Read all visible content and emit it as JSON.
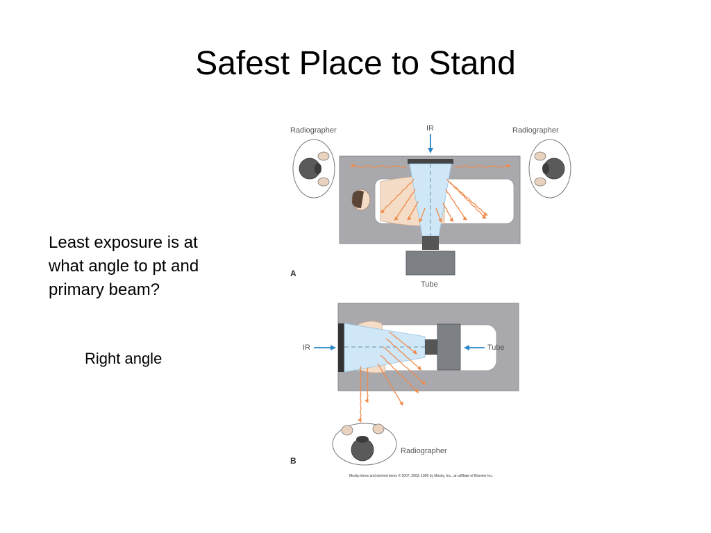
{
  "slide": {
    "title": "Safest Place to Stand",
    "question": "Least exposure is at what angle to pt and primary beam?",
    "answer": "Right angle"
  },
  "diagram": {
    "panel_a": {
      "letter": "A",
      "ir_label": "IR",
      "tube_label": "Tube",
      "left_person_label": "Radiographer",
      "right_person_label": "Radiographer"
    },
    "panel_b": {
      "letter": "B",
      "ir_label": "IR",
      "tube_label": "Tube",
      "person_label": "Radiographer"
    },
    "credit": "Mosby items and derived items © 2007, 2003, 1999 by Mosby, Inc., an affiliate of Elsevier Inc."
  },
  "colors": {
    "table": "#a9a9ad",
    "beam": "#cfe7f7",
    "scatter": "#f08a4b",
    "arrow": "#2a86c6",
    "tube": "#7d8085"
  }
}
